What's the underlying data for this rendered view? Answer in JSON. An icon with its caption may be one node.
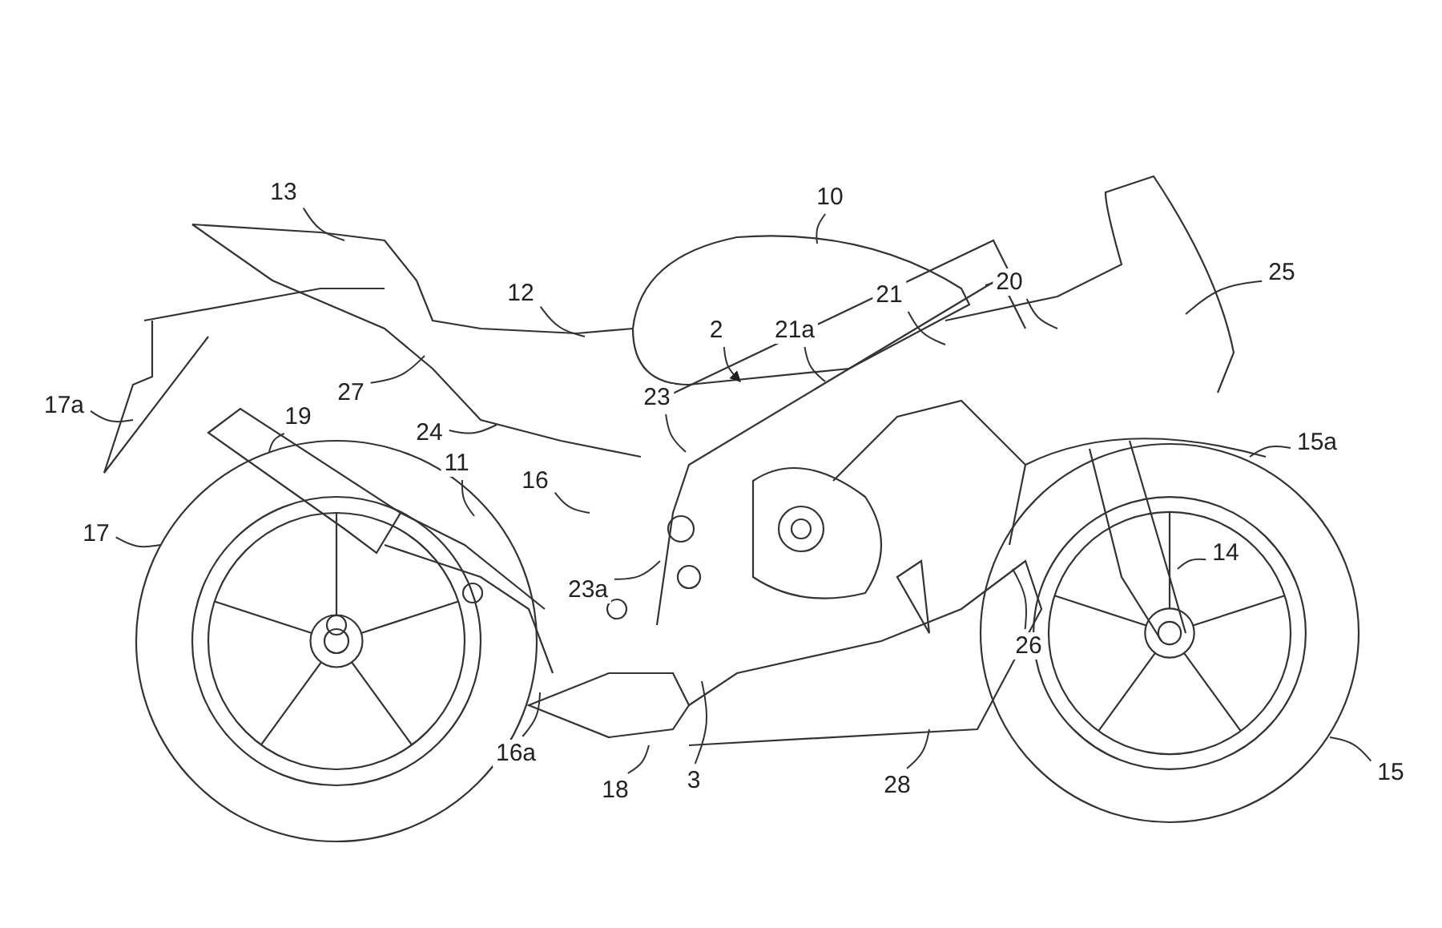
{
  "diagram": {
    "nodes": [
      {
        "text": [
          "13"
        ]
      },
      {
        "text": [
          "10"
        ]
      },
      {
        "text": [
          "25"
        ]
      },
      {
        "text": [
          "20"
        ]
      },
      {
        "text": [
          "12"
        ]
      },
      {
        "text": [
          "21"
        ]
      },
      {
        "text": [
          "2"
        ]
      },
      {
        "text": [
          "21a"
        ]
      },
      {
        "text": [
          "27"
        ]
      },
      {
        "text": [
          "23"
        ]
      },
      {
        "text": [
          "17a"
        ]
      },
      {
        "text": [
          "19"
        ]
      },
      {
        "text": [
          "24"
        ]
      },
      {
        "text": [
          "15a"
        ]
      },
      {
        "text": [
          "11"
        ]
      },
      {
        "text": [
          "16"
        ]
      },
      {
        "text": [
          "17"
        ]
      },
      {
        "text": [
          "14"
        ]
      },
      {
        "text": [
          "23a"
        ]
      },
      {
        "text": [
          "26"
        ]
      },
      {
        "text": [
          "16a"
        ]
      },
      {
        "text": [
          "15"
        ]
      },
      {
        "text": [
          "3"
        ]
      },
      {
        "text": [
          "28"
        ]
      },
      {
        "text": [
          "18"
        ]
      }
    ],
    "edges": [
      {
        "from": 0,
        "to": null,
        "arrow": "none"
      },
      {
        "from": 1,
        "to": null,
        "arrow": "none"
      },
      {
        "from": 2,
        "to": null,
        "arrow": "none"
      },
      {
        "from": 3,
        "to": null,
        "arrow": "none"
      },
      {
        "from": 4,
        "to": null,
        "arrow": "none"
      },
      {
        "from": 5,
        "to": null,
        "arrow": "none"
      },
      {
        "from": 6,
        "to": null,
        "arrow": "to"
      },
      {
        "from": 7,
        "to": null,
        "arrow": "none"
      },
      {
        "from": 8,
        "to": null,
        "arrow": "none"
      },
      {
        "from": 9,
        "to": null,
        "arrow": "none"
      },
      {
        "from": 10,
        "to": null,
        "arrow": "none"
      },
      {
        "from": 11,
        "to": null,
        "arrow": "none"
      },
      {
        "from": 12,
        "to": null,
        "arrow": "none"
      },
      {
        "from": 13,
        "to": null,
        "arrow": "none"
      },
      {
        "from": 14,
        "to": null,
        "arrow": "none"
      },
      {
        "from": 15,
        "to": null,
        "arrow": "none"
      },
      {
        "from": 16,
        "to": null,
        "arrow": "none"
      },
      {
        "from": 17,
        "to": null,
        "arrow": "none"
      },
      {
        "from": 18,
        "to": null,
        "arrow": "none"
      },
      {
        "from": 19,
        "to": null,
        "arrow": "none"
      },
      {
        "from": 20,
        "to": null,
        "arrow": "none"
      },
      {
        "from": 21,
        "to": null,
        "arrow": "none"
      },
      {
        "from": 22,
        "to": null,
        "arrow": "none"
      },
      {
        "from": 23,
        "to": null,
        "arrow": "none"
      },
      {
        "from": 24,
        "to": null,
        "arrow": "none"
      }
    ]
  }
}
